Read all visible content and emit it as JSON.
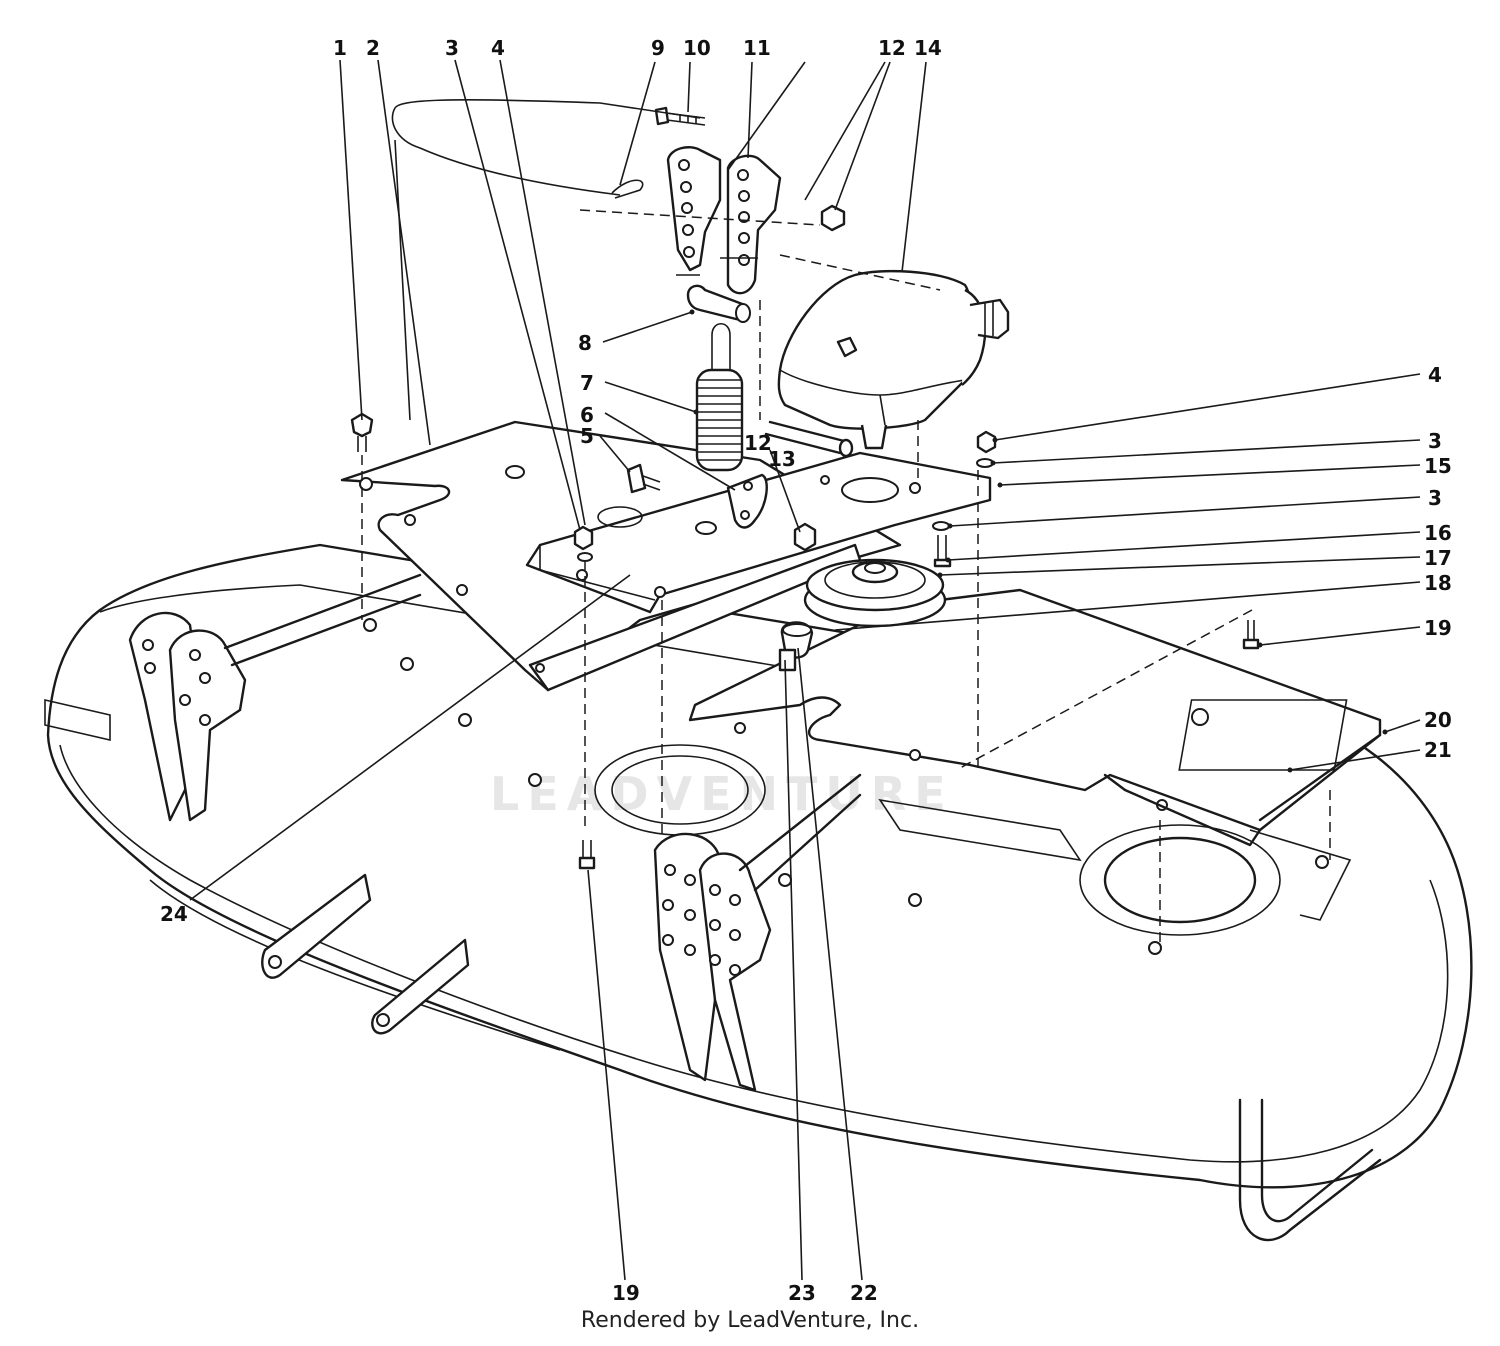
{
  "diagram": {
    "credit": "Rendered by LeadVenture, Inc.",
    "watermark": "LEADVENTURE",
    "callouts": [
      {
        "id": "c1",
        "label": "1"
      },
      {
        "id": "c2",
        "label": "2"
      },
      {
        "id": "c3a",
        "label": "3"
      },
      {
        "id": "c4a",
        "label": "4"
      },
      {
        "id": "c9",
        "label": "9"
      },
      {
        "id": "c10",
        "label": "10"
      },
      {
        "id": "c11",
        "label": "11"
      },
      {
        "id": "c12a",
        "label": "12"
      },
      {
        "id": "c14",
        "label": "14"
      },
      {
        "id": "c8",
        "label": "8"
      },
      {
        "id": "c7",
        "label": "7"
      },
      {
        "id": "c6",
        "label": "6"
      },
      {
        "id": "c5",
        "label": "5"
      },
      {
        "id": "c12b",
        "label": "12"
      },
      {
        "id": "c13",
        "label": "13"
      },
      {
        "id": "c4b",
        "label": "4"
      },
      {
        "id": "c3b",
        "label": "3"
      },
      {
        "id": "c15",
        "label": "15"
      },
      {
        "id": "c3c",
        "label": "3"
      },
      {
        "id": "c16",
        "label": "16"
      },
      {
        "id": "c17",
        "label": "17"
      },
      {
        "id": "c18",
        "label": "18"
      },
      {
        "id": "c19a",
        "label": "19"
      },
      {
        "id": "c20",
        "label": "20"
      },
      {
        "id": "c21",
        "label": "21"
      },
      {
        "id": "c24",
        "label": "24"
      },
      {
        "id": "c19b",
        "label": "19"
      },
      {
        "id": "c23",
        "label": "23"
      },
      {
        "id": "c22",
        "label": "22"
      }
    ]
  }
}
